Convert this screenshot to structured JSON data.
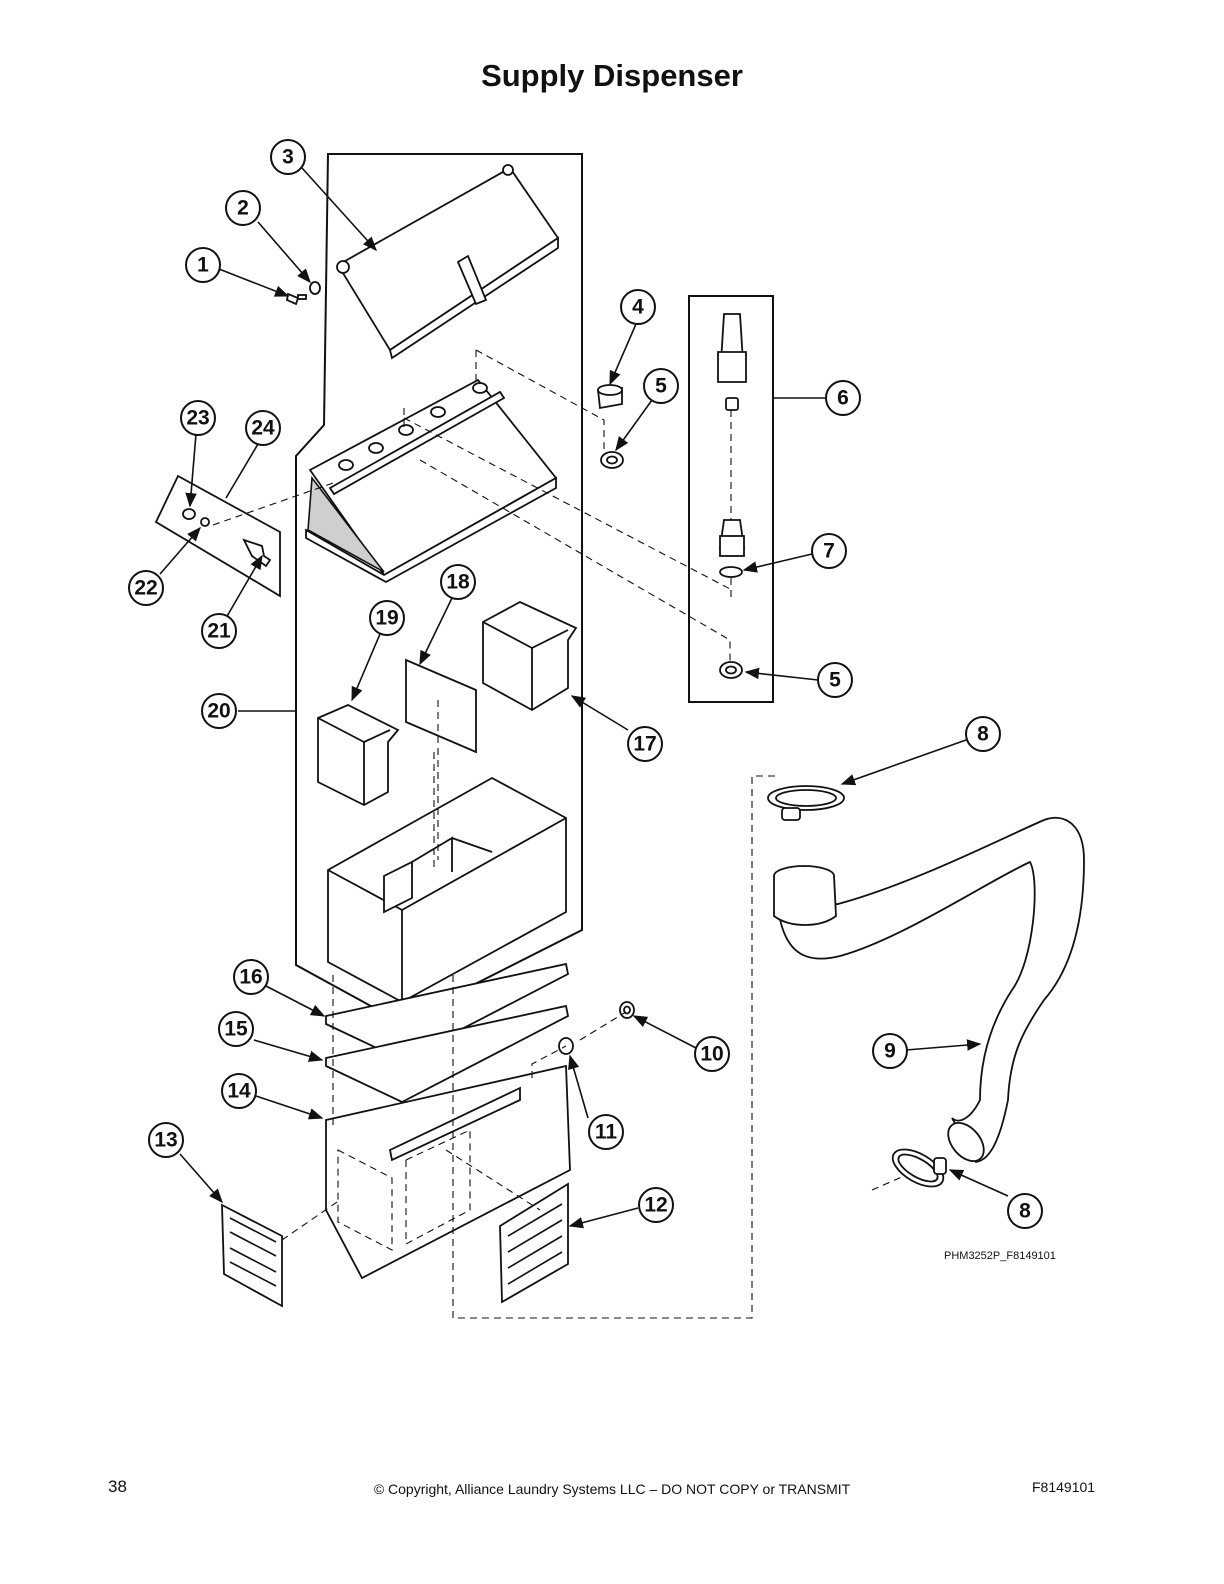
{
  "title": "Supply Dispenser",
  "callouts": {
    "c1": "1",
    "c2": "2",
    "c3": "3",
    "c4": "4",
    "c5a": "5",
    "c5b": "5",
    "c6": "6",
    "c7": "7",
    "c8a": "8",
    "c8b": "8",
    "c9": "9",
    "c10": "10",
    "c11": "11",
    "c12": "12",
    "c13": "13",
    "c14": "14",
    "c15": "15",
    "c16": "16",
    "c17": "17",
    "c18": "18",
    "c19": "19",
    "c20": "20",
    "c21": "21",
    "c22": "22",
    "c23": "23",
    "c24": "24"
  },
  "drawing_code": "PHM3252P_F8149101",
  "footer": {
    "page_number": "38",
    "copyright": "© Copyright, Alliance Laundry Systems LLC – DO NOT COPY or TRANSMIT",
    "doc_code": "F8149101"
  },
  "colors": {
    "line": "#111111",
    "background": "#ffffff",
    "shade": "#cfcfcf"
  }
}
